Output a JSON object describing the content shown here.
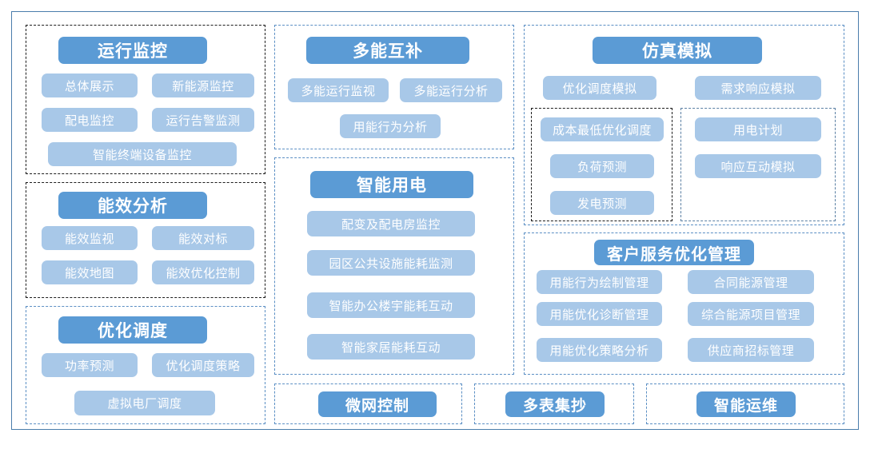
{
  "theme": {
    "header_color": "#5b9bd5",
    "item_color": "#a8c8e8",
    "frame_color": "#4a7dab",
    "dash_dark": "#1b1b1b",
    "dash_blue": "#5b8fc4",
    "dash_steel": "#5a7fa3",
    "text_color": "#ffffff",
    "background": "#ffffff"
  },
  "groups": {
    "yunxing_jiankong": {
      "title": "运行监控",
      "items": [
        "总体展示",
        "新能源监控",
        "配电监控",
        "运行告警监测",
        "智能终端设备监控"
      ]
    },
    "nengxiao_fenxi": {
      "title": "能效分析",
      "items": [
        "能效监视",
        "能效对标",
        "能效地图",
        "能效优化控制"
      ]
    },
    "youhua_diaodu": {
      "title": "优化调度",
      "items": [
        "功率预测",
        "优化调度策略",
        "虚拟电厂调度"
      ]
    },
    "duoneng_hubu": {
      "title": "多能互补",
      "items": [
        "多能运行监视",
        "多能运行分析",
        "用能行为分析"
      ]
    },
    "zhineng_yongdian": {
      "title": "智能用电",
      "items": [
        "配变及配电房监控",
        "园区公共设施能耗监测",
        "智能办公楼宇能耗互动",
        "智能家居能耗互动"
      ]
    },
    "fangzhen_moni": {
      "title": "仿真模拟",
      "top_items": [
        "优化调度模拟",
        "需求响应模拟"
      ],
      "sub_left": {
        "items": [
          "成本最低优化调度",
          "负荷预测",
          "发电预测"
        ]
      },
      "sub_right": {
        "items": [
          "用电计划",
          "响应互动模拟"
        ]
      }
    },
    "kehu_fuwu": {
      "title": "客户服务优化管理",
      "items_left": [
        "用能行为绘制管理",
        "用能优化诊断管理",
        "用能优化策略分析"
      ],
      "items_right": [
        "合同能源管理",
        "综合能源项目管理",
        "供应商招标管理"
      ]
    },
    "weiwang_kongzhi": {
      "title": "微网控制"
    },
    "duobiao_jichao": {
      "title": "多表集抄"
    },
    "zhineng_yunwei": {
      "title": "智能运维"
    }
  }
}
